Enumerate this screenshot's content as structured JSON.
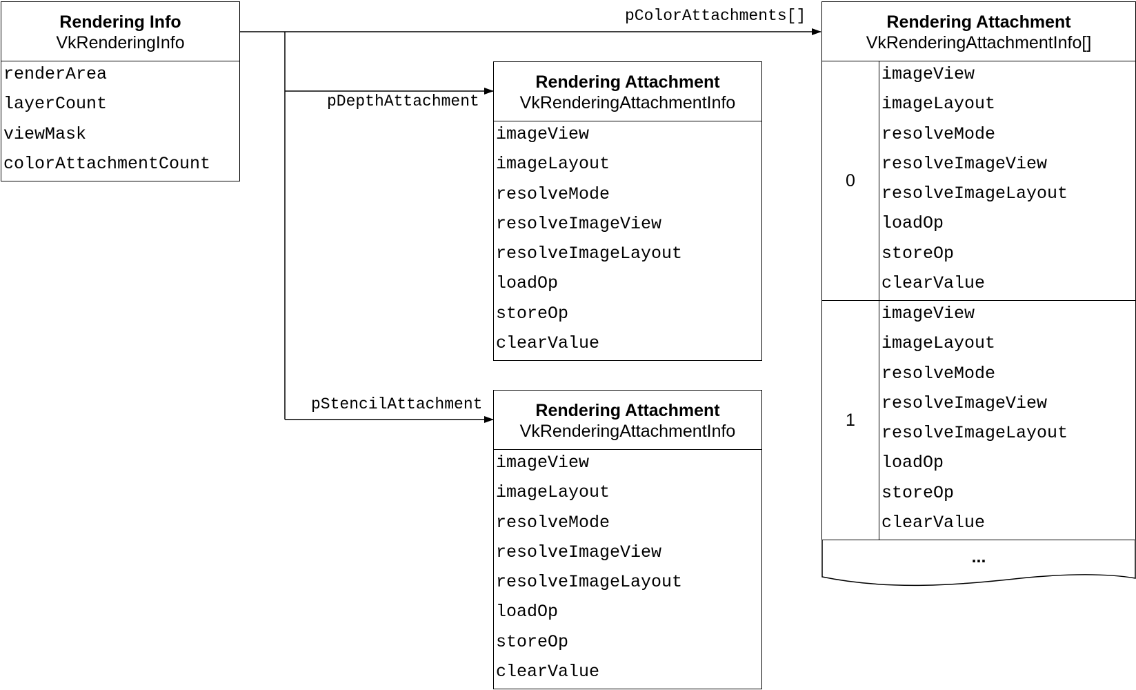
{
  "rendering_info": {
    "title": "Rendering Info",
    "type": "VkRenderingInfo",
    "fields": [
      "renderArea",
      "layerCount",
      "viewMask",
      "colorAttachmentCount"
    ]
  },
  "edges": {
    "color": "pColorAttachments[]",
    "depth": "pDepthAttachment",
    "stencil": "pStencilAttachment"
  },
  "depth_attachment": {
    "title": "Rendering Attachment",
    "type": "VkRenderingAttachmentInfo",
    "fields": [
      "imageView",
      "imageLayout",
      "resolveMode",
      "resolveImageView",
      "resolveImageLayout",
      "loadOp",
      "storeOp",
      "clearValue"
    ]
  },
  "stencil_attachment": {
    "title": "Rendering Attachment",
    "type": "VkRenderingAttachmentInfo",
    "fields": [
      "imageView",
      "imageLayout",
      "resolveMode",
      "resolveImageView",
      "resolveImageLayout",
      "loadOp",
      "storeOp",
      "clearValue"
    ]
  },
  "color_attachments": {
    "title": "Rendering Attachment",
    "type": "VkRenderingAttachmentInfo[]",
    "elements": [
      {
        "index": "0",
        "fields": [
          "imageView",
          "imageLayout",
          "resolveMode",
          "resolveImageView",
          "resolveImageLayout",
          "loadOp",
          "storeOp",
          "clearValue"
        ]
      },
      {
        "index": "1",
        "fields": [
          "imageView",
          "imageLayout",
          "resolveMode",
          "resolveImageView",
          "resolveImageLayout",
          "loadOp",
          "storeOp",
          "clearValue"
        ]
      }
    ],
    "ellipsis": "..."
  }
}
